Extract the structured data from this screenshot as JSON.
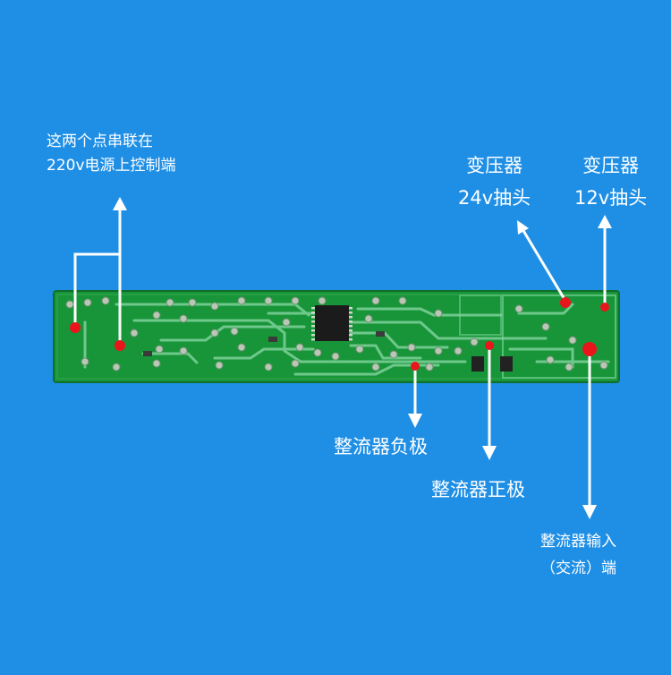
{
  "colors": {
    "background": "#1f8fe6",
    "board": "#1a9a3c",
    "trace": "#7fd29a",
    "marker": "#e8161b",
    "arrow": "#ffffff"
  },
  "labels": {
    "series_control": [
      "这两个点串联在",
      "220v电源上控制端"
    ],
    "tap_24v": [
      "变压器",
      "24v抽头"
    ],
    "tap_12v": [
      "变压器",
      "12v抽头"
    ],
    "rectifier_negative": "整流器负极",
    "rectifier_positive": "整流器正极",
    "rectifier_input": [
      "整流器输入",
      "（交流）端"
    ]
  }
}
